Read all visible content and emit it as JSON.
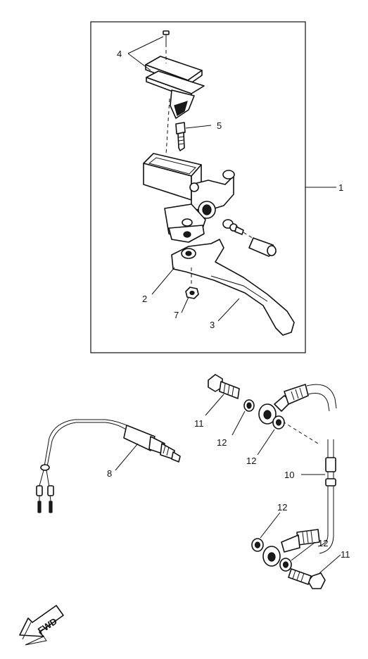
{
  "callouts": {
    "c1": "1",
    "c2": "2",
    "c3": "3",
    "c4": "4",
    "c5": "5",
    "c7": "7",
    "c8": "8",
    "c10": "10",
    "c11a": "11",
    "c11b": "11",
    "c12a": "12",
    "c12b": "12",
    "c12c": "12",
    "c12d": "12"
  },
  "badge": {
    "label": "FWD"
  }
}
